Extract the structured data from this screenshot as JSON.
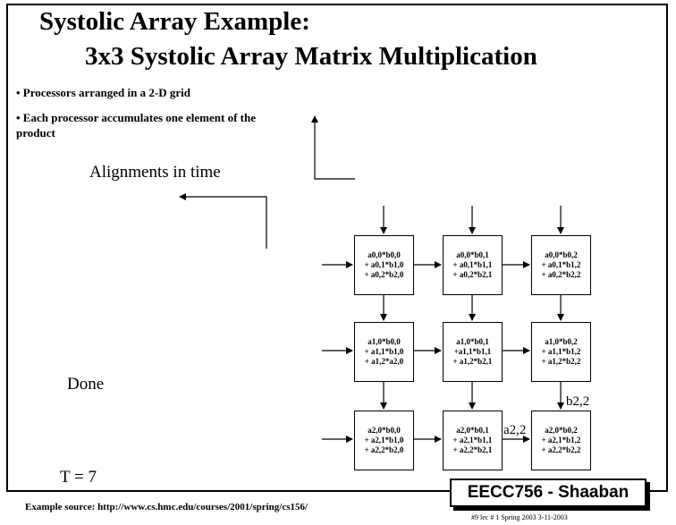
{
  "slide": {
    "title_line1": "Systolic Array  Example:",
    "title_line2": "3x3 Systolic Array Matrix Multiplication",
    "bullets": [
      "• Processors arranged in a 2-D grid",
      "• Each processor accumulates one element of the product"
    ],
    "alignments_label": "Alignments in time",
    "done_label": "Done",
    "time_label": "T = 7",
    "flow_labels": {
      "b": "b2,2",
      "a": "a2,2"
    }
  },
  "grid": {
    "cells": [
      [
        [
          "a0,0*b0,0",
          "+ a0,1*b1,0",
          "+ a0,2*b2,0"
        ],
        [
          "a0,0*b0,1",
          "+ a0,1*b1,1",
          "+ a0,2*b2,1"
        ],
        [
          "a0,0*b0,2",
          "+ a0,1*b1,2",
          "+ a0,2*b2,2"
        ]
      ],
      [
        [
          "a1,0*b0,0",
          "+ a1,1*b1,0",
          "+ a1,2*a2,0"
        ],
        [
          "a1,0*b0,1",
          "+a1,1*b1,1",
          "+ a1,2*b2,1"
        ],
        [
          "a1,0*b0,2",
          "+ a1,1*b1,2",
          "+ a1,2*b2,2"
        ]
      ],
      [
        [
          "a2,0*b0,0",
          "+ a2,1*b1,0",
          "+ a2,2*b2,0"
        ],
        [
          "a2,0*b0,1",
          "+ a2,1*b1,1",
          "+ a2,2*b2,1"
        ],
        [
          "a2,0*b0,2",
          "+ a2,1*b1,2",
          "+ a2,2*b2,2"
        ]
      ]
    ]
  },
  "footer": {
    "course_label": "EECC756 - Shaaban",
    "source_text": "Example source:  http://www.cs.hmc.edu/courses/2001/spring/cs156/",
    "slide_number": "#9   lec # 1   Spring 2003   3-11-2003"
  }
}
